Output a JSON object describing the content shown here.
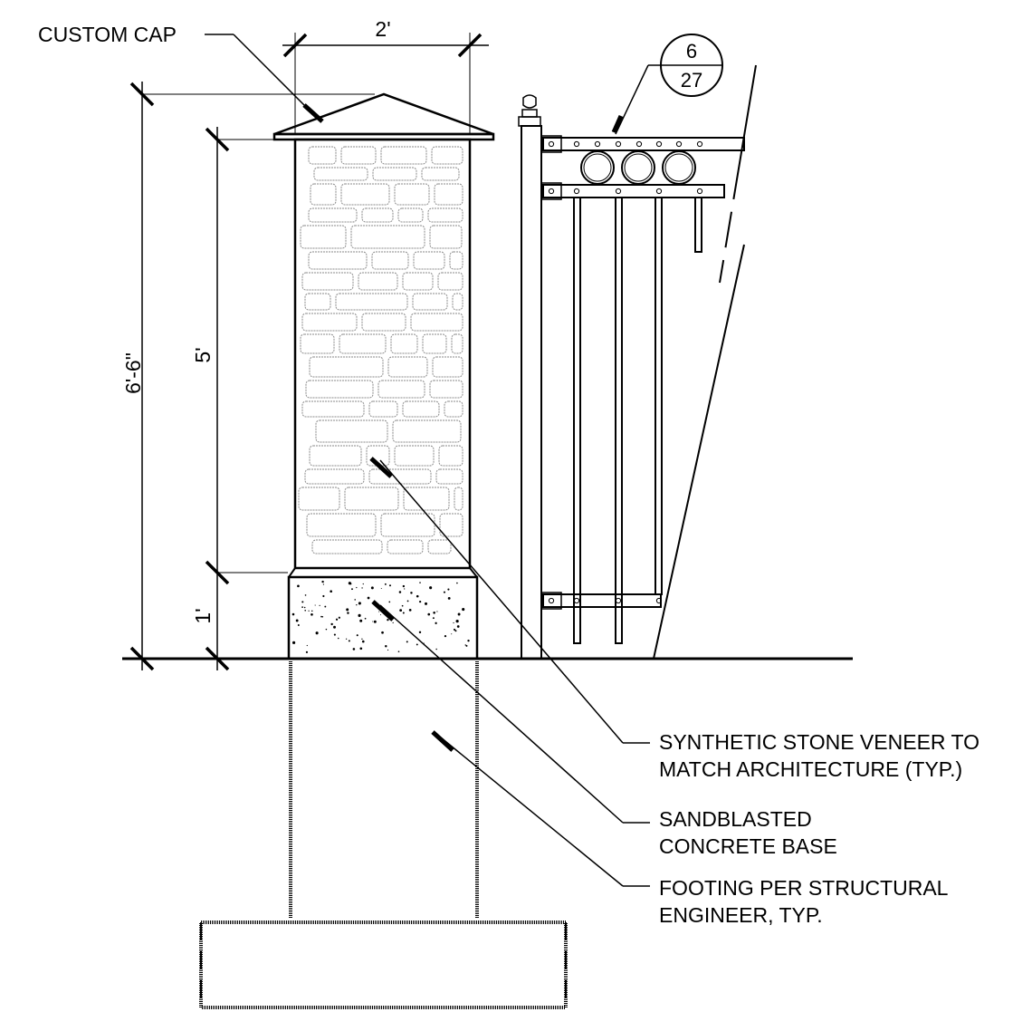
{
  "labels": {
    "custom_cap": "CUSTOM CAP",
    "stone_line1": "SYNTHETIC STONE VENEER TO",
    "stone_line2": "MATCH ARCHITECTURE (TYP.)",
    "base_line1": "SANDBLASTED",
    "base_line2": "CONCRETE BASE",
    "footing_line1": "FOOTING PER STRUCTURAL",
    "footing_line2": "ENGINEER, TYP."
  },
  "dimensions": {
    "width": "2'",
    "overall_height": "6'-6\"",
    "veneer_height": "5'",
    "base_height": "1'"
  },
  "detail_callout": {
    "detail": "6",
    "sheet": "27"
  },
  "colors": {
    "line": "#000000",
    "hatch": "#8a8a8a",
    "background": "#ffffff"
  }
}
